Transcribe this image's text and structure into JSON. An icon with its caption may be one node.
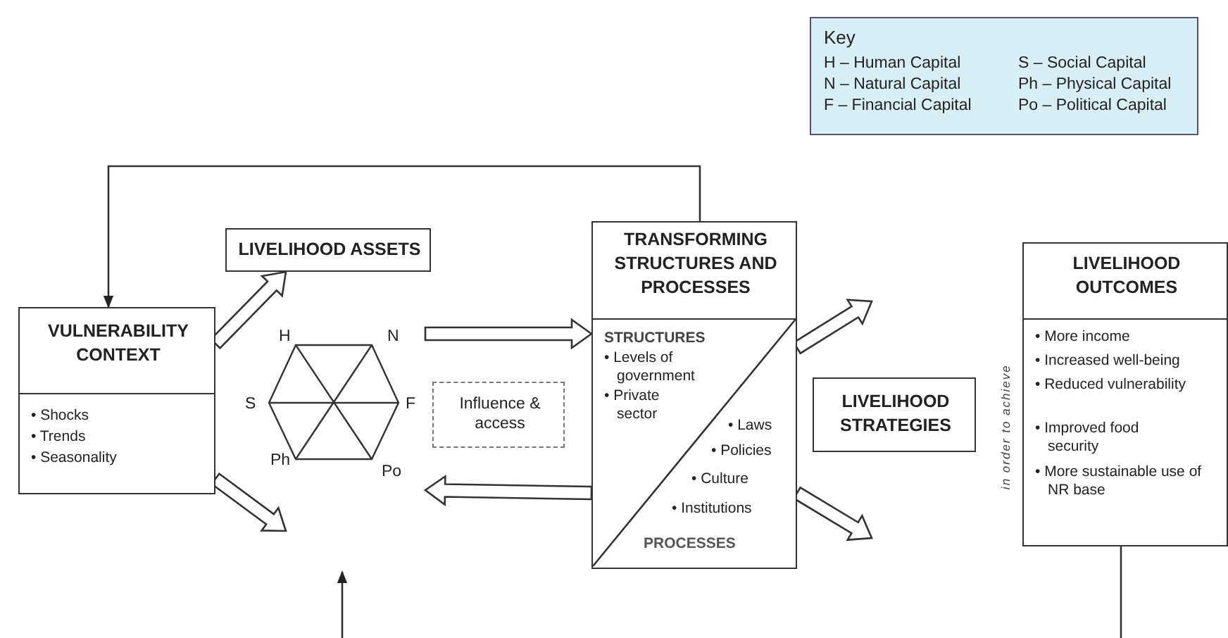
{
  "diagram": {
    "nodes": [
      {
        "text": [
          "VULNERABILITY CONTEXT",
          "• Shocks",
          "• Trends",
          "• Seasonality"
        ]
      },
      {
        "text": [
          "LIVELIHOOD ASSETS"
        ]
      },
      {
        "text": [
          "H",
          "N",
          "S",
          "F",
          "Ph",
          "Po"
        ]
      },
      {
        "text": [
          "Influence & access"
        ]
      },
      {
        "text": [
          "TRANSFORMING STRUCTURES AND PROCESSES",
          "STRUCTURES",
          "• Levels of government",
          "• Private sector",
          "• Laws",
          "• Policies",
          "• Culture",
          "• Institutions",
          "PROCESSES"
        ]
      },
      {
        "text": [
          "LIVELIHOOD STRATEGIES"
        ]
      },
      {
        "text": [
          "LIVELIHOOD OUTCOMES",
          "• More income",
          "• Increased well-being",
          "• Reduced vulnerability",
          "• Improved food security",
          "• More sustainable use of NR base"
        ],
        "beside": [
          "in order to achieve"
        ]
      },
      {
        "text": [
          "Key",
          "H – Human Capital",
          "S – Social Capital",
          "N – Natural Capital",
          "Ph – Physical Capital",
          "F – Financial Capital",
          "Po – Political Capital"
        ]
      }
    ],
    "edges": [
      {
        "from": 0,
        "to": 1,
        "arrow": "to"
      },
      {
        "from": 0,
        "to": null,
        "arrow": "to"
      },
      {
        "from": 2,
        "to": 4,
        "arrow": "to"
      },
      {
        "from": 4,
        "to": 2,
        "arrow": "to"
      },
      {
        "from": 4,
        "to": null,
        "arrow": "to"
      },
      {
        "from": 4,
        "to": null,
        "arrow": "to"
      },
      {
        "from": 4,
        "to": 0,
        "arrow": "to"
      },
      {
        "from": 6,
        "to": null,
        "arrow": "none"
      }
    ]
  }
}
